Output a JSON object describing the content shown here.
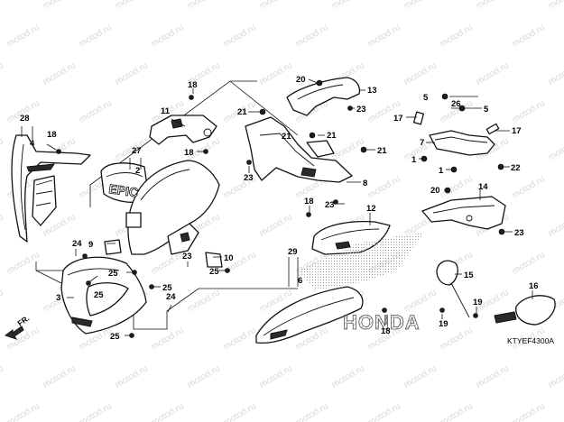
{
  "watermark": "motod.ru",
  "diagram_code": "KTYEF4300A",
  "brand_text": "HONDA",
  "badge_text": "EPIC",
  "direction_label": "FR.",
  "callouts": [
    "1",
    "2",
    "3",
    "4",
    "5",
    "6",
    "7",
    "8",
    "9",
    "10",
    "11",
    "12",
    "13",
    "14",
    "15",
    "16",
    "17",
    "18",
    "19",
    "20",
    "21",
    "22",
    "23",
    "24",
    "25",
    "26",
    "27",
    "28",
    "29"
  ],
  "colors": {
    "line": "#111111",
    "watermark": "#b8b8b8",
    "background": "#ffffff"
  }
}
